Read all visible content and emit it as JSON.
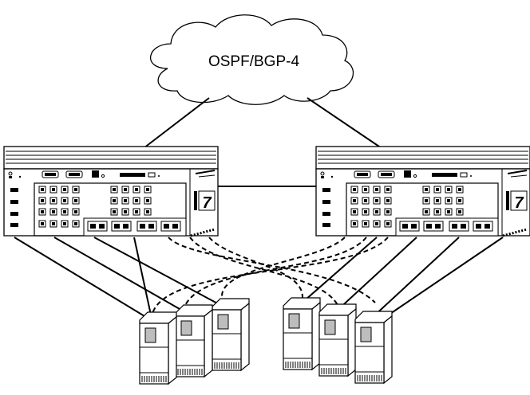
{
  "diagram": {
    "cloud": {
      "label": "OSPF/BGP-4"
    },
    "switches": [
      {
        "name": "switch-left",
        "brand_mark": "7"
      },
      {
        "name": "switch-right",
        "brand_mark": "7"
      }
    ],
    "servers_left_count": 3,
    "servers_right_count": 3,
    "colors": {
      "stroke": "#000000",
      "fill_panel": "#ffffff",
      "fill_dark": "#000000",
      "fill_screen": "#bdbdbd"
    }
  }
}
